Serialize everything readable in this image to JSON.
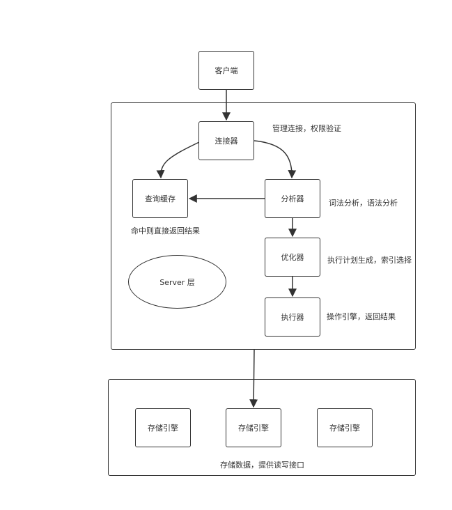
{
  "nodes": {
    "client": "客户端",
    "connector": "连接器",
    "query_cache": "查询缓存",
    "analyzer": "分析器",
    "optimizer": "优化器",
    "executor": "执行器",
    "server_layer": "Server 层",
    "engine_1": "存储引擎",
    "engine_2": "存储引擎",
    "engine_3": "存储引擎"
  },
  "notes": {
    "connector": "管理连接，权限验证",
    "cache_hit": "命中则直接返回结果",
    "analyzer": "词法分析，语法分析",
    "optimizer": "执行计划生成，索引选择",
    "executor": "操作引擎，返回结果",
    "storage": "存储数据，提供读写接口"
  },
  "colors": {
    "line": "#333333",
    "text": "#333333",
    "background": "#ffffff"
  }
}
